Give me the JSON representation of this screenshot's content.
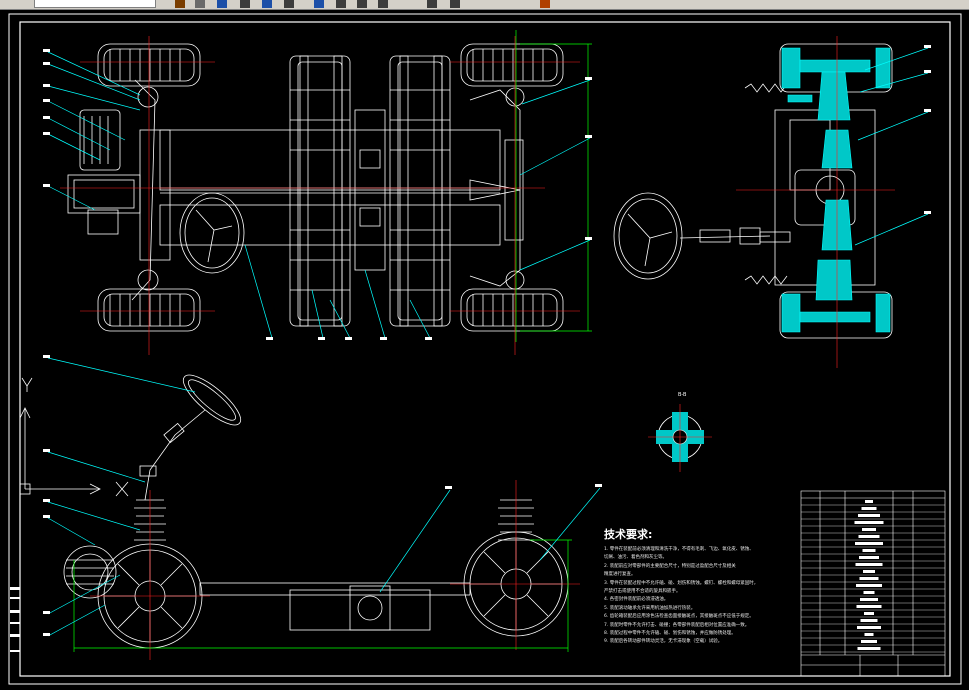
{
  "toolbar": {
    "buttons": [
      {
        "name": "zoom-realtime-icon",
        "color": "#7a3d00"
      },
      {
        "name": "pan-icon",
        "color": "#6a6a6a"
      },
      {
        "name": "zoom-window-icon",
        "color": "#1c4fa8"
      },
      {
        "name": "properties-icon",
        "color": "#3c3c3c"
      },
      {
        "name": "layers-icon",
        "color": "#1c4fa8"
      },
      {
        "name": "match-icon",
        "color": "#3c3c3c"
      },
      {
        "name": "redraw-icon",
        "color": "#1c4fa8"
      },
      {
        "name": "block-icon",
        "color": "#3c3c3c"
      },
      {
        "name": "table-icon",
        "color": "#3c3c3c"
      },
      {
        "name": "print-icon",
        "color": "#3c3c3c"
      },
      {
        "name": "save-icon",
        "color": "#3c3c3c"
      },
      {
        "name": "insert-icon",
        "color": "#3c3c3c"
      },
      {
        "name": "pen-icon",
        "color": "#b04000"
      }
    ]
  },
  "drawing": {
    "colors": {
      "line": "#ffffff",
      "center": "#ff2020",
      "leader": "#00ffff",
      "dim": "#00ff00",
      "section_fill": "#00c8c8",
      "frame": "#ffffff"
    },
    "section_label": "B-B",
    "tech_requirements": {
      "title": "技术要求:",
      "lines": [
        "1. 零件在装配前必须清理和清洗干净，不得有毛刺、飞边、氧化皮、锈蚀、",
        "切屑、油污、着色剂和灰尘等。",
        "2. 装配前应对零部件的主要配合尺寸，特别是过盈配合尺寸及相关",
        "精度进行复查。",
        "3. 零件在装配过程中不允许磕、碰、划伤和锈蚀。螺钉、螺栓和螺母紧固时，",
        "严禁打击或使用不合适的旋具和扳手。",
        "4. 各密封件装配前必须浸透油。",
        "5. 装配滚动轴承允许采用机油加热进行热装。",
        "6. 齿轮箱装配后应用涂色法检查齿面接触斑点，其接触斑点不应低于规定。",
        "7. 装配时零件不允许打击、碰撞；各零部件装配后相对位置应准确一致。",
        "8. 装配过程中零件不允许磕、碰、划伤和锈蚀，并应做防锈处理。",
        "9. 装配后各转动部件转动灵活，无卡滞现象（空载）试验。"
      ]
    }
  }
}
